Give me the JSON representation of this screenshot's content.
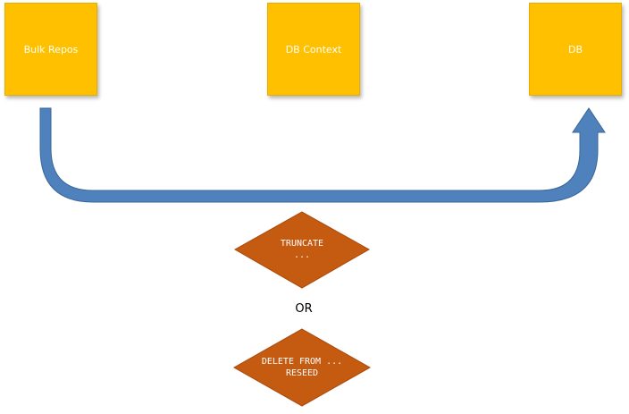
{
  "nodes": {
    "bulk_repos": "Bulk Repos",
    "db_context": "DB Context",
    "db": "DB"
  },
  "decisions": {
    "truncate": {
      "line1": "TRUNCATE",
      "line2": "..."
    },
    "delete": {
      "line1": "DELETE FROM ...",
      "line2": "RESEED"
    }
  },
  "separator": "OR",
  "colors": {
    "node_fill": "#ffc000",
    "decision_fill": "#c55a11",
    "arrow": "#4f81bd",
    "arrow_outline": "#3a6796"
  }
}
